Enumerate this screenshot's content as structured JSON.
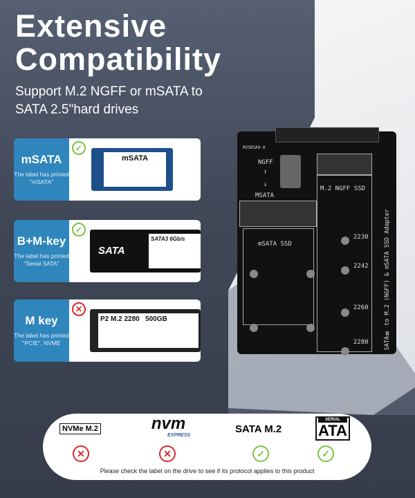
{
  "header": {
    "title_line1": "Extensive",
    "title_line2": "Compatibility",
    "subtitle_line1": "Support M.2 NGFF or mSATA to",
    "subtitle_line2": "SATA 2.5\"hard drives"
  },
  "cards": [
    {
      "title": "mSATA",
      "desc": "The label has printed \"mSATA\"",
      "status": "compatible",
      "drive_label": "mSATA"
    },
    {
      "title": "B+M-key",
      "desc": "The label has printed \"Serial SATA\"",
      "status": "compatible",
      "drive_label": "SATA",
      "drive_label2": "SATA3 6Gb/s"
    },
    {
      "title": "M key",
      "desc": "The label has printed \"PCIE\", NVME",
      "status": "incompatible",
      "drive_label": "P2  M.2  2280",
      "drive_label2": "500GB"
    }
  ],
  "board": {
    "code": "M2SDSA9-A",
    "ngff": "NGFF",
    "msata": "MSATA",
    "m2_slot": "M.2  NGFF SSD",
    "msata_slot": "mSATA SSD",
    "lengths": [
      "2230",
      "2242",
      "2260",
      "2280"
    ],
    "adapter_text": "SATAⅢ to M.2 (NGFF) & mSATA SSD Adapter"
  },
  "protocols": [
    {
      "label": "NVMe M.2",
      "status": "incompatible"
    },
    {
      "label": "nvm",
      "sublabel": "EXPRESS",
      "status": "incompatible"
    },
    {
      "label": "SATA M.2",
      "status": "compatible"
    },
    {
      "label": "ATA",
      "sublabel": "SERIAL",
      "status": "compatible"
    }
  ],
  "note": "Please check the label on the drive to see if its protocol applies to this product",
  "colors": {
    "accent_blue": "#2f86bd",
    "check_green": "#7cc242",
    "cross_red": "#d9262e",
    "background": "#3b4250"
  }
}
